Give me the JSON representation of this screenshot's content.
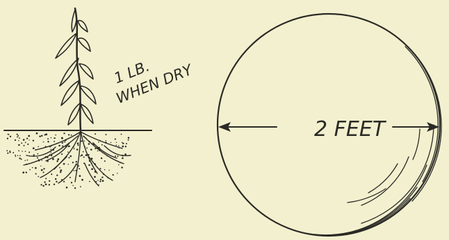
{
  "illustration": {
    "plant_label_line1": "1 LB.",
    "plant_label_line2": "WHEN DRY",
    "circle_label": "2 FEET"
  },
  "colors": {
    "background": "#f3f0cf",
    "ink": "#2a2a26"
  }
}
